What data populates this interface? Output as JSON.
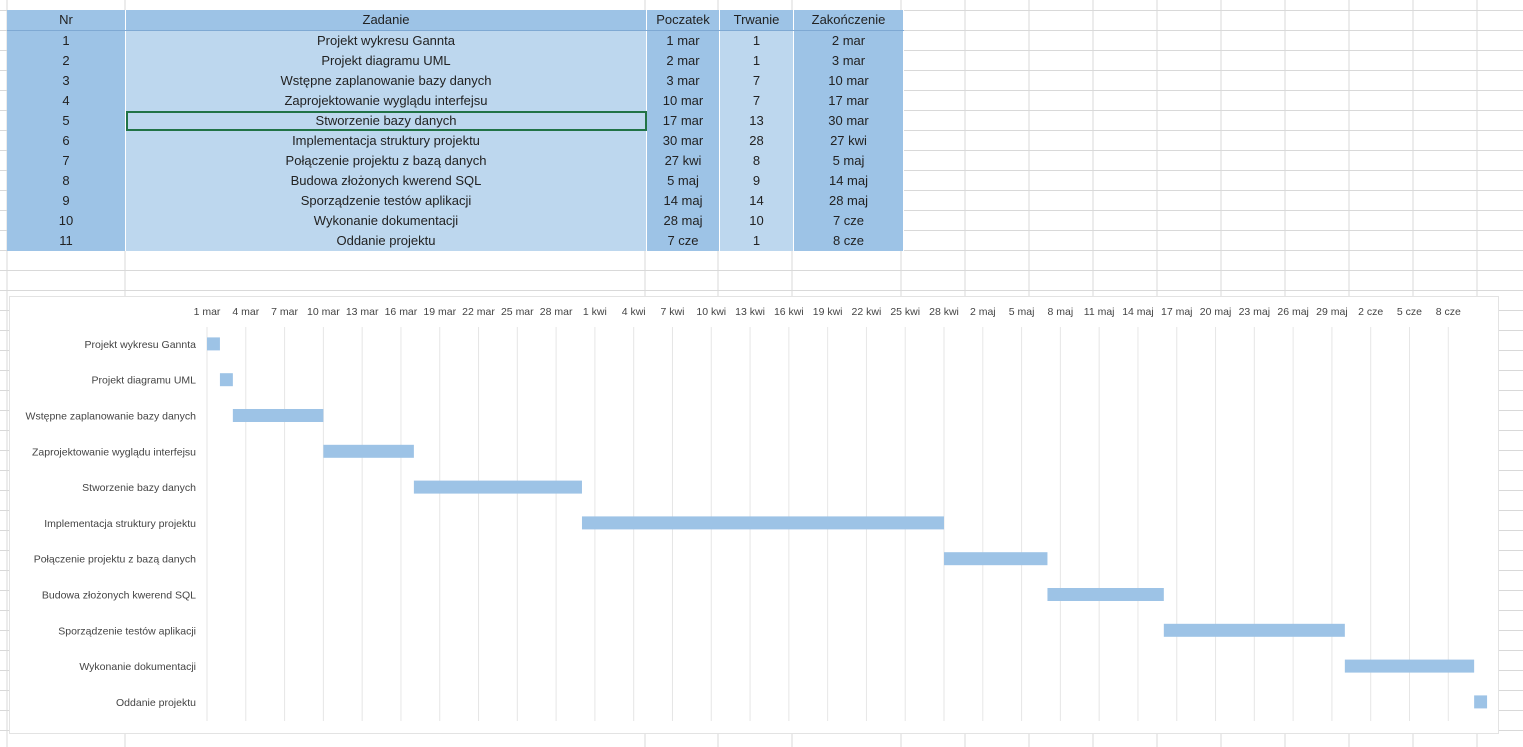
{
  "table": {
    "headers": [
      "Nr",
      "Zadanie",
      "Poczatek",
      "Trwanie",
      "Zakończenie"
    ],
    "rows": [
      {
        "nr": "1",
        "task": "Projekt wykresu Gannta",
        "start": "1 mar",
        "duration": "1",
        "end": "2 mar"
      },
      {
        "nr": "2",
        "task": "Projekt diagramu UML",
        "start": "2 mar",
        "duration": "1",
        "end": "3 mar"
      },
      {
        "nr": "3",
        "task": "Wstępne zaplanowanie bazy danych",
        "start": "3 mar",
        "duration": "7",
        "end": "10 mar"
      },
      {
        "nr": "4",
        "task": "Zaprojektowanie wyglądu interfejsu",
        "start": "10 mar",
        "duration": "7",
        "end": "17 mar"
      },
      {
        "nr": "5",
        "task": "Stworzenie bazy danych",
        "start": "17 mar",
        "duration": "13",
        "end": "30 mar"
      },
      {
        "nr": "6",
        "task": "Implementacja struktury projektu",
        "start": "30 mar",
        "duration": "28",
        "end": "27 kwi"
      },
      {
        "nr": "7",
        "task": "Połączenie projektu z bazą danych",
        "start": "27 kwi",
        "duration": "8",
        "end": "5 maj"
      },
      {
        "nr": "8",
        "task": "Budowa złożonych kwerend SQL",
        "start": "5 maj",
        "duration": "9",
        "end": "14 maj"
      },
      {
        "nr": "9",
        "task": "Sporządzenie testów aplikacji",
        "start": "14 maj",
        "duration": "14",
        "end": "28 maj"
      },
      {
        "nr": "10",
        "task": "Wykonanie dokumentacji",
        "start": "28 maj",
        "duration": "10",
        "end": "7 cze"
      },
      {
        "nr": "11",
        "task": "Oddanie projektu",
        "start": "7 cze",
        "duration": "1",
        "end": "8 cze"
      }
    ],
    "selected_row": 4
  },
  "colors": {
    "header_fill": "#9dc3e6",
    "cell_fill_light": "#bdd7ee",
    "bar_fill": "#9dc3e6",
    "selection_border": "#217346",
    "grid_line": "#d9d9d9"
  },
  "chart_data": {
    "type": "bar",
    "orientation": "horizontal",
    "stacked_hidden_start": true,
    "x_axis_position": "top",
    "x_ticks": [
      "1 mar",
      "4 mar",
      "7 mar",
      "10 mar",
      "13 mar",
      "16 mar",
      "19 mar",
      "22 mar",
      "25 mar",
      "28 mar",
      "1 kwi",
      "4 kwi",
      "7 kwi",
      "10 kwi",
      "13 kwi",
      "16 kwi",
      "19 kwi",
      "22 kwi",
      "25 kwi",
      "28 kwi",
      "2 maj",
      "5 maj",
      "8 maj",
      "11 maj",
      "14 maj",
      "17 maj",
      "20 maj",
      "23 maj",
      "26 maj",
      "29 maj",
      "2 cze",
      "5 cze",
      "8 cze"
    ],
    "tick_interval_days": 3,
    "categories": [
      "Projekt wykresu Gannta",
      "Projekt diagramu UML",
      "Wstępne zaplanowanie bazy danych",
      "Zaprojektowanie wyglądu interfejsu",
      "Stworzenie bazy danych",
      "Implementacja struktury projektu",
      "Połączenie projektu z bazą danych",
      "Budowa złożonych kwerend SQL",
      "Sporządzenie testów aplikacji",
      "Wykonanie dokumentacji",
      "Oddanie projektu"
    ],
    "start_day": [
      0,
      1,
      2,
      9,
      16,
      29,
      57,
      65,
      74,
      88,
      98
    ],
    "duration_days": [
      1,
      1,
      7,
      7,
      13,
      28,
      8,
      9,
      14,
      10,
      1
    ],
    "grid": true,
    "legend": "none"
  }
}
